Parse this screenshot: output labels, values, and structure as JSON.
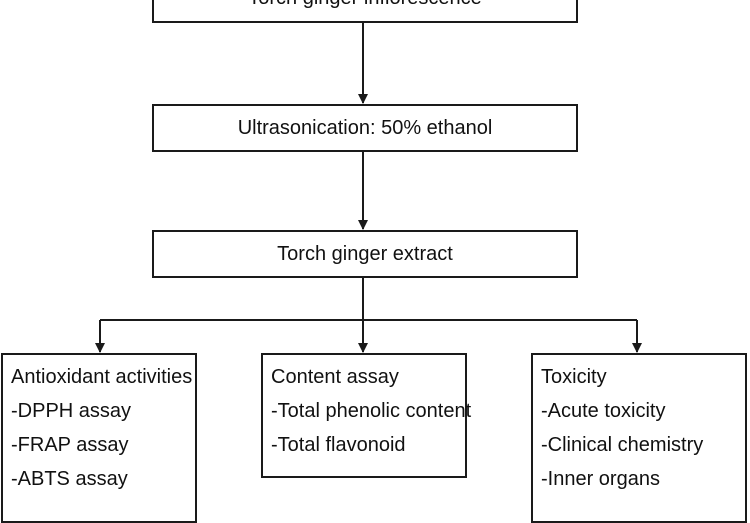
{
  "nodes": {
    "inflorescence": "Torch ginger inflorescence",
    "ultrasonication": "Ultrasonication: 50% ethanol",
    "extract": "Torch ginger extract"
  },
  "branches": [
    {
      "title": "Antioxidant activities",
      "items": [
        "-DPPH assay",
        "-FRAP assay",
        "-ABTS assay"
      ]
    },
    {
      "title": "Content assay",
      "items": [
        "-Total phenolic content",
        "-Total flavonoid"
      ]
    },
    {
      "title": "Toxicity",
      "items": [
        "-Acute toxicity",
        "-Clinical chemistry",
        "-Inner organs"
      ]
    }
  ]
}
